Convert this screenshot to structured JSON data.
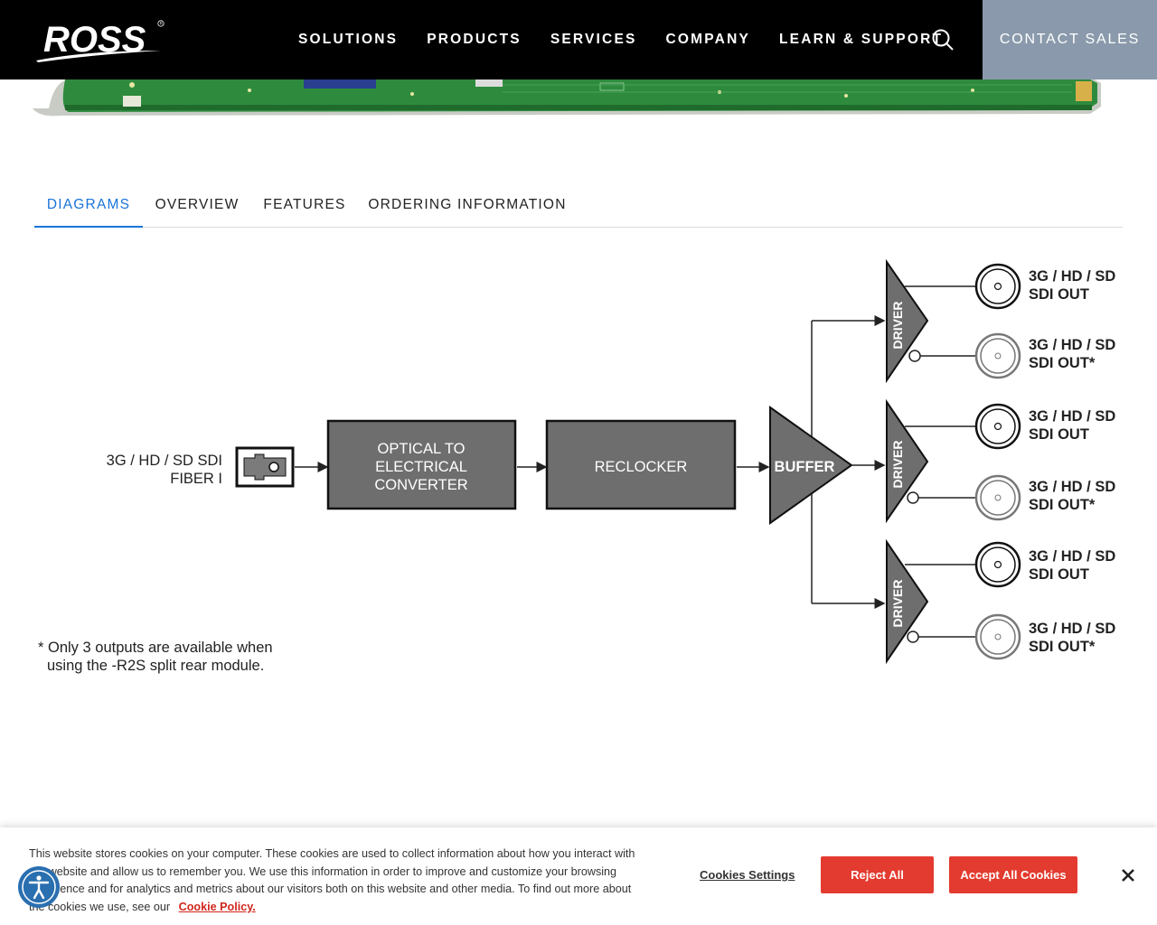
{
  "header": {
    "brand": "ROSS",
    "nav": [
      "SOLUTIONS",
      "PRODUCTS",
      "SERVICES",
      "COMPANY",
      "LEARN & SUPPORT"
    ],
    "contact_label": "CONTACT SALES",
    "icons": {
      "search": "search-icon"
    }
  },
  "tabs": [
    {
      "label": "DIAGRAMS",
      "active": true
    },
    {
      "label": "OVERVIEW",
      "active": false
    },
    {
      "label": "FEATURES",
      "active": false
    },
    {
      "label": "ORDERING INFORMATION",
      "active": false
    }
  ],
  "diagram": {
    "input_label_line1": "3G / HD / SD SDI",
    "input_label_line2": "FIBER I",
    "block_converter": [
      "OPTICAL TO",
      "ELECTRICAL",
      "CONVERTER"
    ],
    "block_reclocker": "RECLOCKER",
    "buffer_label": "BUFFER",
    "driver_label": "DRIVER",
    "outputs": [
      {
        "line1": "3G / HD / SD",
        "line2": "SDI OUT"
      },
      {
        "line1": "3G / HD / SD",
        "line2": "SDI OUT*"
      },
      {
        "line1": "3G / HD / SD",
        "line2": "SDI OUT"
      },
      {
        "line1": "3G / HD / SD",
        "line2": "SDI OUT*"
      },
      {
        "line1": "3G / HD / SD",
        "line2": "SDI OUT"
      },
      {
        "line1": "3G / HD / SD",
        "line2": "SDI OUT*"
      }
    ],
    "footnote_line1": "* Only 3 outputs are available when",
    "footnote_line2": "using  the -R2S split rear module."
  },
  "cookie": {
    "text": "This website stores cookies on your computer. These cookies are used to collect information about how you interact with our website and allow us to remember you. We use this information in order to improve and customize your browsing experience and for analytics and metrics about our visitors both on this website and other media. To find out more about the cookies we use, see our",
    "link": "Cookie Policy.",
    "settings_label": "Cookies Settings",
    "reject_label": "Reject All",
    "accept_label": "Accept All Cookies"
  },
  "colors": {
    "header_bg": "#000000",
    "contact_bg": "#8a9aac",
    "tab_active": "#1a73d9",
    "cookie_button": "#e33b2f",
    "diagram_block": "#6e6e6e"
  }
}
